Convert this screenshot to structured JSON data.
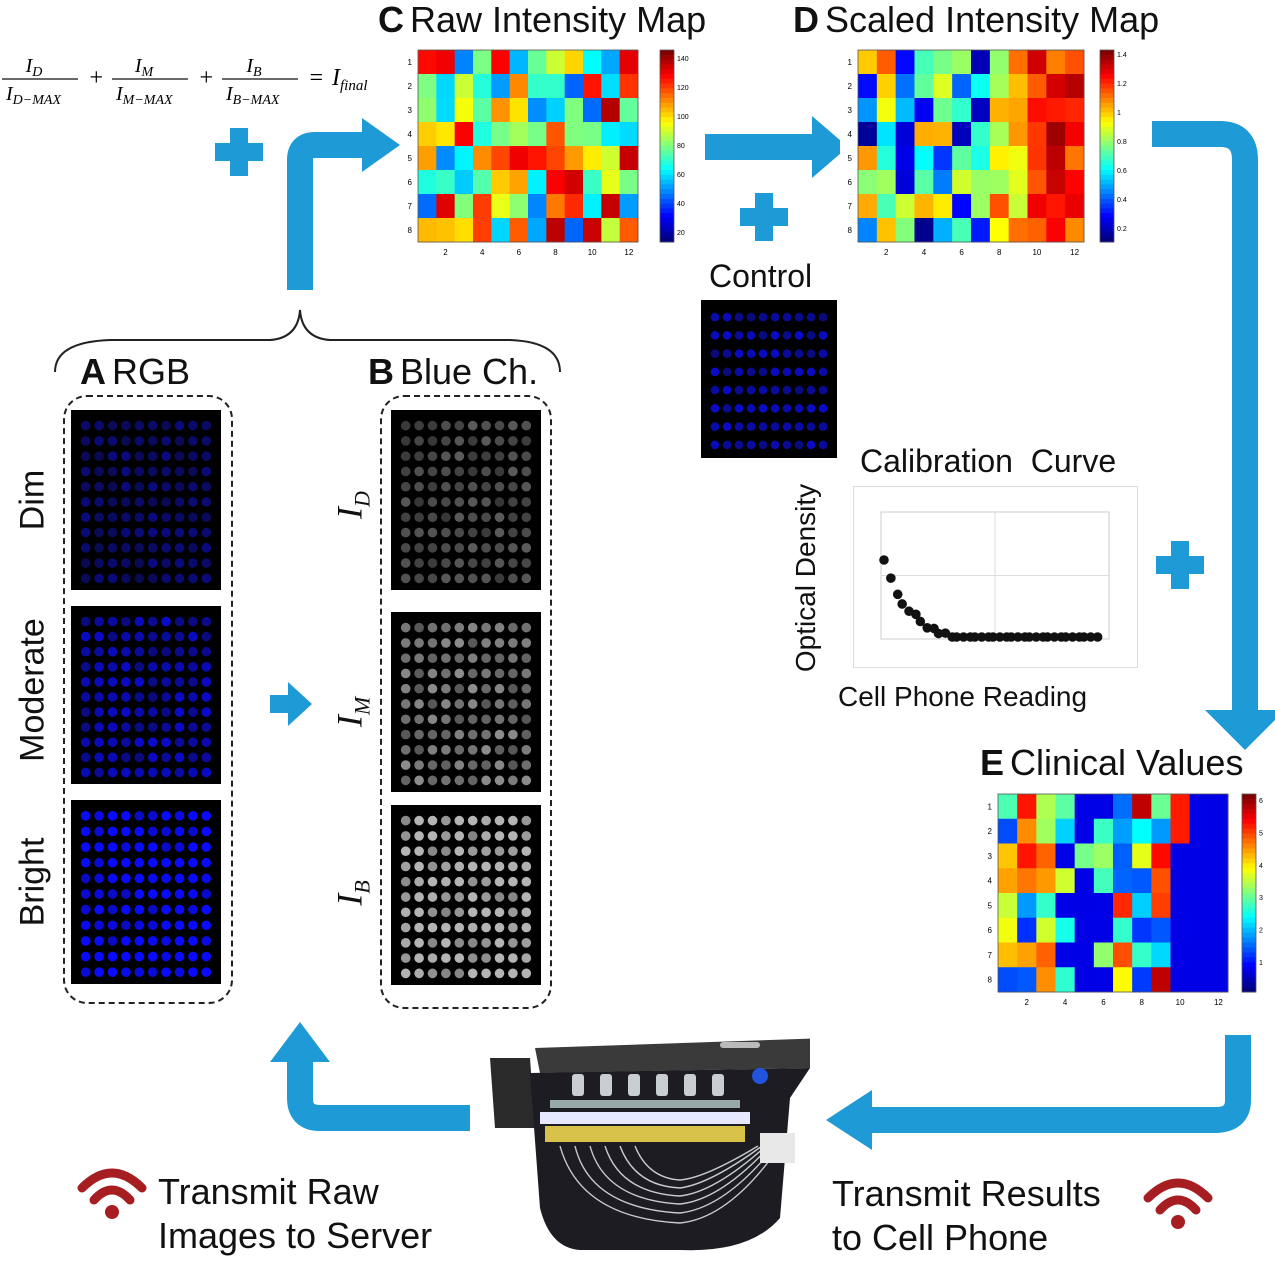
{
  "colors": {
    "arrow": "#1e9ad6",
    "wifi": "#a61e22"
  },
  "formula": {
    "terms": [
      {
        "num_main": "I",
        "num_sub": "D",
        "den_main": "I",
        "den_sub": "D−MAX"
      },
      {
        "num_main": "I",
        "num_sub": "M",
        "den_main": "I",
        "den_sub": "M−MAX"
      },
      {
        "num_main": "I",
        "num_sub": "B",
        "den_main": "I",
        "den_sub": "B−MAX"
      }
    ],
    "plus": "+",
    "equals": "=",
    "result_main": "I",
    "result_sub": "final"
  },
  "panelC": {
    "letter": "C",
    "title": "Raw Intensity Map",
    "colorbar_ticks": [
      "140",
      "120",
      "100",
      "80",
      "60",
      "40",
      "20"
    ]
  },
  "panelD": {
    "letter": "D",
    "title": "Scaled Intensity Map",
    "colorbar_ticks": [
      "1.4",
      "1.2",
      "1",
      "0.8",
      "0.6",
      "0.4",
      "0.2"
    ]
  },
  "panelE": {
    "letter": "E",
    "title": "Clinical Values",
    "colorbar_ticks": [
      "6",
      "5",
      "4",
      "3",
      "2",
      "1"
    ]
  },
  "heatmap_axes": {
    "row_ticks": [
      "1",
      "2",
      "3",
      "4",
      "5",
      "6",
      "7",
      "8"
    ],
    "col_ticks": [
      "2",
      "4",
      "6",
      "8",
      "10",
      "12"
    ]
  },
  "panelA": {
    "letter": "A",
    "title": "RGB"
  },
  "panelB": {
    "letter": "B",
    "title": "Blue Ch."
  },
  "rows": [
    "Dim",
    "Moderate",
    "Bright"
  ],
  "channel_labels": [
    {
      "main": "I",
      "sub": "D"
    },
    {
      "main": "I",
      "sub": "M"
    },
    {
      "main": "I",
      "sub": "B"
    }
  ],
  "control_label": "Control",
  "calibration": {
    "title_left": "Calibration",
    "title_right": "Curve",
    "ylabel": "Optical Density",
    "xlabel": "Cell Phone Reading"
  },
  "transmit_left": [
    "Transmit Raw",
    "Images to Server"
  ],
  "transmit_right": [
    "Transmit Results",
    "to Cell Phone"
  ]
}
